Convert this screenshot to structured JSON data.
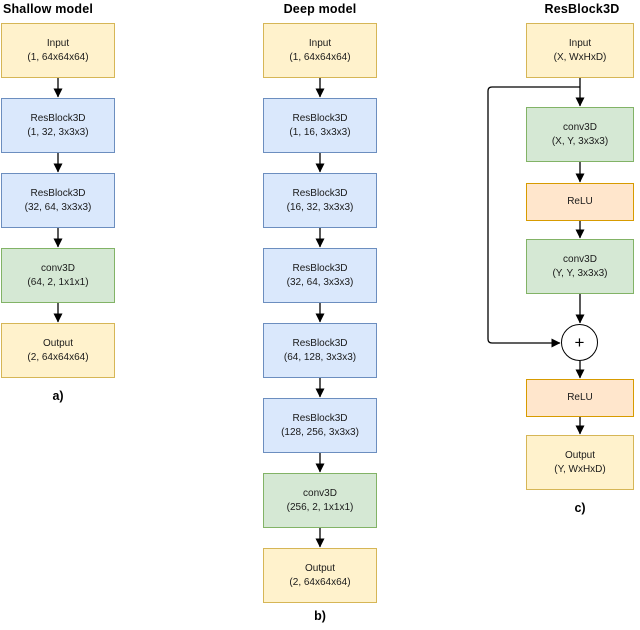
{
  "palette": {
    "yellow-fill": "#FFF2CC",
    "yellow-border": "#D6B656",
    "blue-fill": "#DAE8FC",
    "blue-border": "#6C8EBF",
    "green-fill": "#D5E8D4",
    "green-border": "#82B366",
    "orange-fill": "#FFE6CC",
    "orange-border": "#D79B00",
    "sum-fill": "#FFFFFF",
    "sum-border": "#000000",
    "arrow-color": "#000000",
    "text-color": "#1A1A1A"
  },
  "diagram": {
    "columns": [
      {
        "title": "Shallow model",
        "caption": "a)",
        "boxes": [
          {
            "label": "Input",
            "params": "(1, 64x64x64)"
          },
          {
            "label": "ResBlock3D",
            "params": "(1, 32, 3x3x3)"
          },
          {
            "label": "ResBlock3D",
            "params": "(32, 64, 3x3x3)"
          },
          {
            "label": "conv3D",
            "params": "(64, 2, 1x1x1)"
          },
          {
            "label": "Output",
            "params": "(2, 64x64x64)"
          }
        ]
      },
      {
        "title": "Deep model",
        "caption": "b)",
        "boxes": [
          {
            "label": "Input",
            "params": "(1, 64x64x64)"
          },
          {
            "label": "ResBlock3D",
            "params": "(1, 16, 3x3x3)"
          },
          {
            "label": "ResBlock3D",
            "params": "(16, 32, 3x3x3)"
          },
          {
            "label": "ResBlock3D",
            "params": "(32, 64, 3x3x3)"
          },
          {
            "label": "ResBlock3D",
            "params": "(64, 128, 3x3x3)"
          },
          {
            "label": "ResBlock3D",
            "params": "(128, 256, 3x3x3)"
          },
          {
            "label": "conv3D",
            "params": "(256, 2, 1x1x1)"
          },
          {
            "label": "Output",
            "params": "(2, 64x64x64)"
          }
        ]
      },
      {
        "title": "ResBlock3D",
        "caption": "c)",
        "boxes": [
          {
            "label": "Input",
            "params": "(X, WxHxD)"
          },
          {
            "label": "conv3D",
            "params": "(X, Y, 3x3x3)"
          },
          {
            "label": "ReLU"
          },
          {
            "label": "conv3D",
            "params": "(Y, Y, 3x3x3)"
          },
          {
            "label": "+"
          },
          {
            "label": "ReLU"
          },
          {
            "label": "Output",
            "params": "(Y, WxHxD)"
          }
        ]
      }
    ]
  }
}
